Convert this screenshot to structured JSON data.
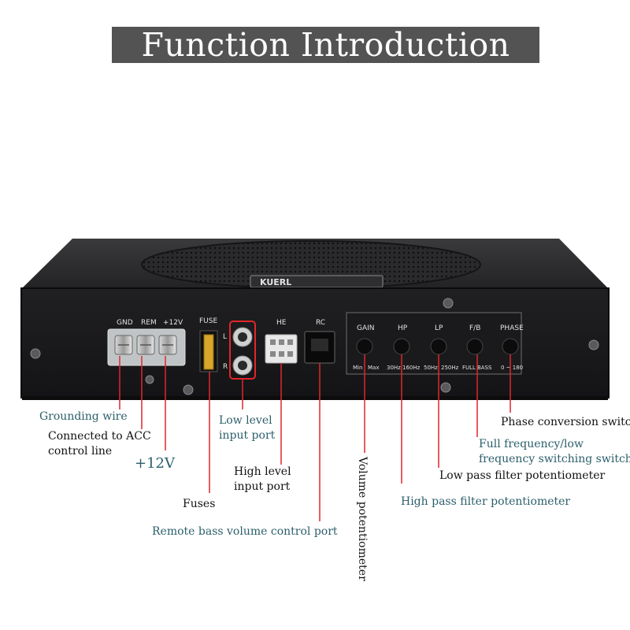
{
  "title": "Function Introduction",
  "device": {
    "brand": "KUERL",
    "terminal_labels": [
      "GND",
      "REM",
      "+12V"
    ],
    "fuse_label": "FUSE",
    "channel_left": "L",
    "channel_right": "R",
    "he_label": "HE",
    "rc_label": "RC",
    "controls": [
      {
        "name": "GAIN",
        "min": "Min",
        "max": "Max"
      },
      {
        "name": "HP",
        "min": "30Hz",
        "max": "160Hz"
      },
      {
        "name": "LP",
        "min": "50Hz",
        "max": "250Hz"
      },
      {
        "name": "F/B",
        "min": "FULL",
        "max": "BASS"
      },
      {
        "name": "PHASE",
        "min": "0 ~ 180",
        "max": ""
      }
    ]
  },
  "callouts": {
    "grounding_wire": "Grounding wire",
    "acc_line_1": "Connected to ACC",
    "acc_line_2": "control line",
    "plus12v": "+12V",
    "fuses": "Fuses",
    "low_level_1": "Low level",
    "low_level_2": "input port",
    "high_level_1": "High level",
    "high_level_2": "input port",
    "remote_bass": "Remote bass volume control port",
    "volume_pot": "Volume potentiometer",
    "high_pass": "High pass filter potentiometer",
    "low_pass": "Low pass filter potentiometer",
    "full_freq_1": "Full frequency/low",
    "full_freq_2": "frequency switching switch",
    "phase_switch": "Phase conversion switch"
  },
  "colors": {
    "title_bg": "#535353",
    "callout_teal": "#2b5f6b",
    "callout_line": "#e0262a",
    "chassis": "#1c1c1e"
  }
}
